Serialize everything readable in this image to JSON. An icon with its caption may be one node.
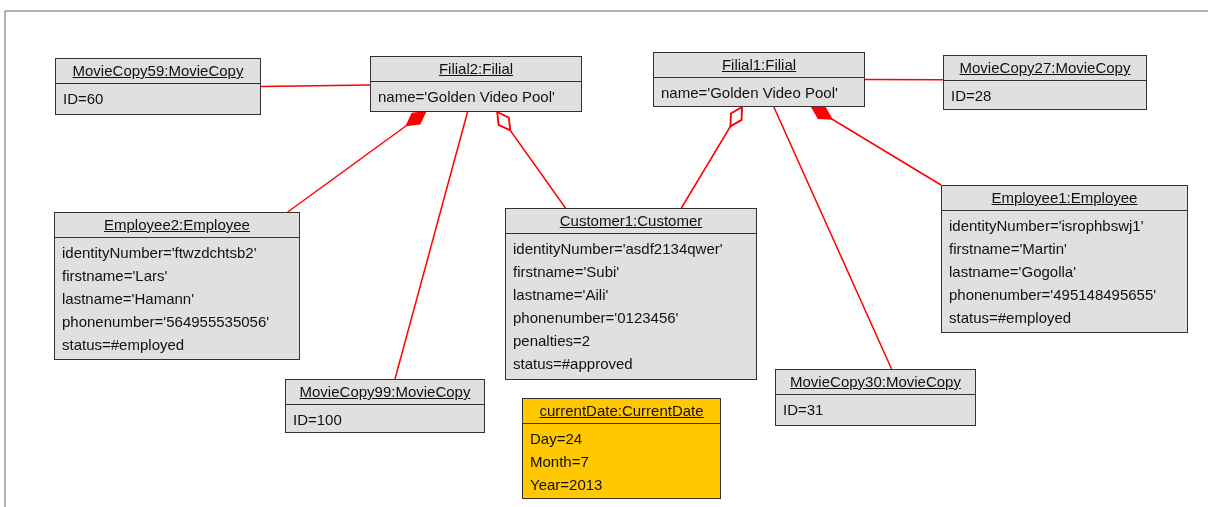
{
  "diagram": {
    "nodes": [
      {
        "text": [
          "MovieCopy59:MovieCopy",
          "ID=60"
        ]
      },
      {
        "text": [
          "Filial2:Filial",
          "name='Golden Video Pool'"
        ]
      },
      {
        "text": [
          "Filial1:Filial",
          "name='Golden Video Pool'"
        ]
      },
      {
        "text": [
          "MovieCopy27:MovieCopy",
          "ID=28"
        ]
      },
      {
        "text": [
          "Employee2:Employee",
          "identityNumber='ftwzdchtsb2'",
          "firstname='Lars'",
          "lastname='Hamann'",
          "phonenumber='564955535056'",
          "status=#employed"
        ]
      },
      {
        "text": [
          "Customer1:Customer",
          "identityNumber='asdf2134qwer'",
          "firstname='Subi'",
          "lastname='Aili'",
          "phonenumber='0123456'",
          "penalties=2",
          "status=#approved"
        ]
      },
      {
        "text": [
          "Employee1:Employee",
          "identityNumber='isrophbswj1'",
          "firstname='Martin'",
          "lastname='Gogolla'",
          "phonenumber='495148495655'",
          "status=#employed"
        ]
      },
      {
        "text": [
          "MovieCopy99:MovieCopy",
          "ID=100"
        ]
      },
      {
        "text": [
          "MovieCopy30:MovieCopy",
          "ID=31"
        ]
      },
      {
        "text": [
          "currentDate:CurrentDate",
          "Day=24",
          "Month=7",
          "Year=2013"
        ]
      }
    ],
    "edges": [
      {
        "from": 0,
        "to": 1,
        "arrow": "none"
      },
      {
        "from": 1,
        "to": 4,
        "arrow": "other"
      },
      {
        "from": 1,
        "to": 7,
        "arrow": "none"
      },
      {
        "from": 1,
        "to": 5,
        "arrow": "other"
      },
      {
        "from": 2,
        "to": 5,
        "arrow": "other"
      },
      {
        "from": 2,
        "to": 8,
        "arrow": "none"
      },
      {
        "from": 2,
        "to": 6,
        "arrow": "other"
      },
      {
        "from": 2,
        "to": 3,
        "arrow": "none"
      }
    ]
  }
}
